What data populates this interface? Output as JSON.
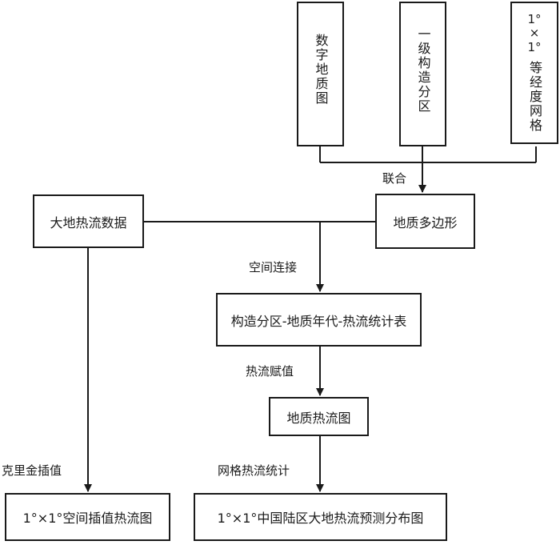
{
  "nodes": {
    "digital_geology_map": "数字地质图",
    "tectonic_zone_level1": "一级构造分区",
    "grid_1x1": {
      "line1": "1°",
      "line2": "×",
      "line3": "1°",
      "rest": "等经度网格"
    },
    "geology_polygon": "地质多边形",
    "heat_flow_data": "大地热流数据",
    "stats_table": "构造分区-地质年代-热流统计表",
    "geology_heat_flow_map": "地质热流图",
    "kriging_map": "1°×1°空间插值热流图",
    "prediction_map": "1°×1°中国陆区大地热流预测分布图"
  },
  "edge_labels": {
    "union": "联合",
    "spatial_join": "空间连接",
    "heat_flow_assign": "热流赋值",
    "grid_stats": "网格热流统计",
    "kriging": "克里金插值"
  }
}
